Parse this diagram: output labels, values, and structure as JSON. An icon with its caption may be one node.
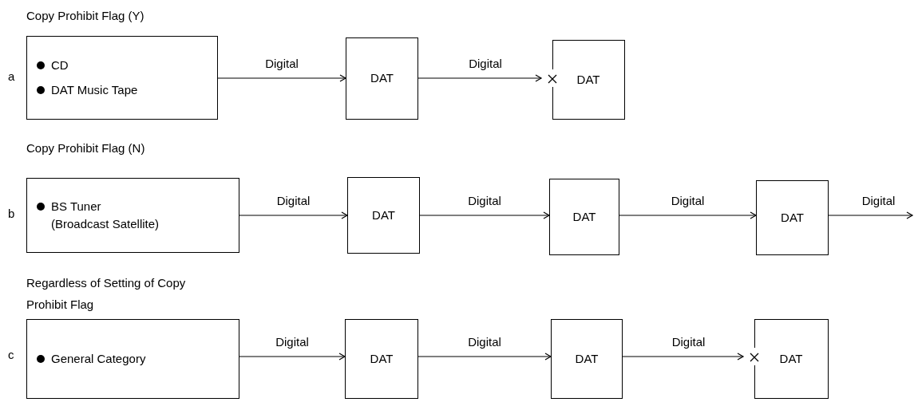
{
  "diagram": {
    "nodes": [
      {
        "text": [
          "CD",
          "DAT Music Tape"
        ]
      },
      {
        "text": [
          "DAT"
        ]
      },
      {
        "text": [
          "DAT"
        ]
      },
      {
        "text": [
          "BS Tuner",
          "(Broadcast Satellite)"
        ]
      },
      {
        "text": [
          "DAT"
        ]
      },
      {
        "text": [
          "DAT"
        ]
      },
      {
        "text": [
          "DAT"
        ]
      },
      {
        "text": [
          "General Category"
        ]
      },
      {
        "text": [
          "DAT"
        ]
      },
      {
        "text": [
          "DAT"
        ]
      },
      {
        "text": [
          "DAT"
        ]
      }
    ],
    "edges": [
      {
        "from": 0,
        "to": 1,
        "arrow": "to",
        "label": "Digital"
      },
      {
        "from": 1,
        "to": 2,
        "arrow": "to",
        "label": "Digital"
      },
      {
        "from": 3,
        "to": 4,
        "arrow": "to",
        "label": "Digital"
      },
      {
        "from": 4,
        "to": 5,
        "arrow": "to",
        "label": "Digital"
      },
      {
        "from": 5,
        "to": 6,
        "arrow": "to",
        "label": "Digital"
      },
      {
        "from": 6,
        "to": null,
        "arrow": "to",
        "label": "Digital"
      },
      {
        "from": 7,
        "to": 8,
        "arrow": "to",
        "label": "Digital"
      },
      {
        "from": 8,
        "to": 9,
        "arrow": "to",
        "label": "Digital"
      },
      {
        "from": 9,
        "to": 10,
        "arrow": "to",
        "label": "Digital"
      }
    ],
    "labels": [
      "Copy Prohibit Flag (Y)",
      "a",
      "Copy Prohibit Flag (N)",
      "b",
      "Regardless of Setting of Copy Prohibit Flag",
      "c"
    ]
  }
}
